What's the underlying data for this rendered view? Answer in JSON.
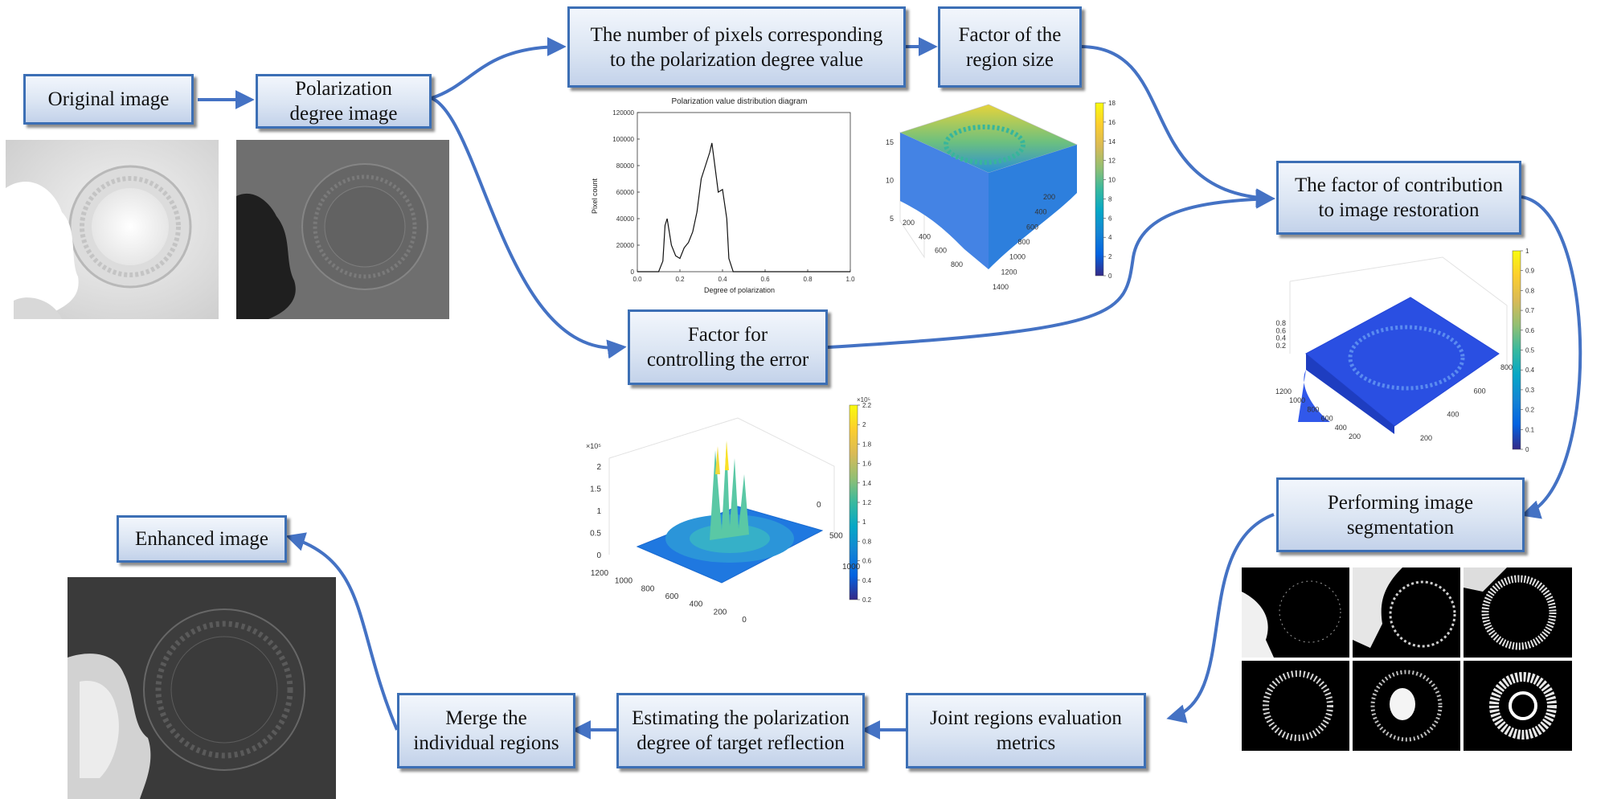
{
  "boxes": {
    "original_image": "Original image",
    "polarization_degree_image": "Polarization\ndegree image",
    "pixel_count": "The number of pixels corresponding\nto the polarization degree value",
    "region_size_factor": "Factor of the\nregion size",
    "contribution_factor": "The factor of contribution\nto image restoration",
    "error_factor": "Factor for\ncontrolling the error",
    "segmentation": "Performing image\nsegmentation",
    "joint_metrics": "Joint regions evaluation\nmetrics",
    "estimating": "Estimating the polarization\ndegree of target reflection",
    "merge": "Merge the\nindividual regions",
    "enhanced_image": "Enhanced image"
  },
  "chart_data": [
    {
      "type": "line",
      "title": "Polarization value distribution diagram",
      "xlabel": "Degree of polarization",
      "ylabel": "Pixel count",
      "xlim": [
        0,
        1
      ],
      "ylim": [
        0,
        120000
      ],
      "x_ticks": [
        "0.0",
        "0.2",
        "0.4",
        "0.6",
        "0.8",
        "1.0"
      ],
      "y_ticks": [
        "0",
        "20000",
        "40000",
        "60000",
        "80000",
        "100000",
        "120000"
      ],
      "x": [
        0.0,
        0.1,
        0.12,
        0.13,
        0.14,
        0.16,
        0.18,
        0.2,
        0.22,
        0.24,
        0.26,
        0.28,
        0.3,
        0.32,
        0.34,
        0.35,
        0.36,
        0.38,
        0.4,
        0.42,
        0.43,
        0.45,
        0.5,
        1.0
      ],
      "y": [
        0,
        0,
        8000,
        35000,
        40000,
        20000,
        12000,
        10000,
        18000,
        22000,
        30000,
        45000,
        70000,
        80000,
        90000,
        97000,
        85000,
        60000,
        62000,
        40000,
        10000,
        0,
        0,
        0
      ]
    },
    {
      "type": "surface",
      "colorbar_ticks": [
        "0",
        "2",
        "4",
        "6",
        "8",
        "10",
        "12",
        "14",
        "16",
        "18"
      ],
      "z_ticks": [
        "5",
        "10",
        "15"
      ],
      "x_ticks": [
        "200",
        "400",
        "600",
        "800"
      ],
      "y_ticks": [
        "200",
        "400",
        "600",
        "800",
        "1000",
        "1200",
        "1400"
      ]
    },
    {
      "type": "surface",
      "colorbar_ticks": [
        "0",
        "0.1",
        "0.2",
        "0.3",
        "0.4",
        "0.5",
        "0.6",
        "0.7",
        "0.8",
        "0.9",
        "1"
      ],
      "z_ticks": [
        "0.2",
        "0.4",
        "0.6",
        "0.8"
      ],
      "x_ticks": [
        "200",
        "400",
        "600",
        "800",
        "1000",
        "1200"
      ],
      "y_ticks": [
        "200",
        "400",
        "600",
        "800"
      ]
    },
    {
      "type": "surface",
      "z_exponent": "×10⁵",
      "colorbar_exponent": "×10⁵",
      "colorbar_ticks": [
        "0.2",
        "0.4",
        "0.6",
        "0.8",
        "1",
        "1.2",
        "1.4",
        "1.6",
        "1.8",
        "2",
        "2.2"
      ],
      "z_ticks": [
        "0",
        "0.5",
        "1",
        "1.5",
        "2"
      ],
      "x_ticks": [
        "1200",
        "1000",
        "800",
        "600",
        "400",
        "200",
        "0"
      ],
      "y_ticks": [
        "0",
        "500",
        "1000"
      ]
    }
  ],
  "colors": {
    "box_border": "#3c6fb5",
    "arrow": "#4472c4",
    "parula": [
      "#352a87",
      "#0363e1",
      "#1485d4",
      "#06a7c6",
      "#38b99e",
      "#92bf73",
      "#d9ba56",
      "#fcce2e",
      "#f9fb0e"
    ]
  }
}
